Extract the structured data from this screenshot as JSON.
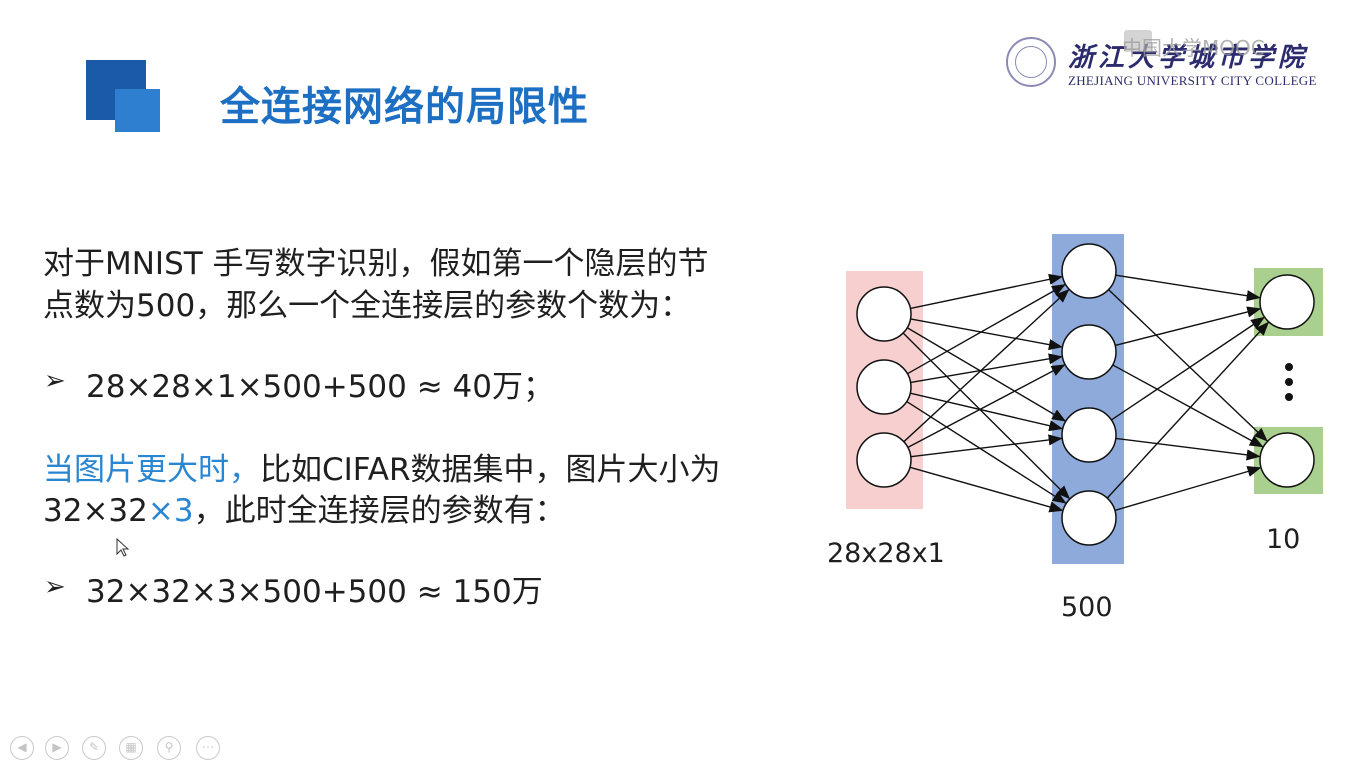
{
  "header": {
    "title": "全连接网络的局限性"
  },
  "logo": {
    "name_cn": "浙江大学城市学院",
    "name_en": "ZHEJIANG UNIVERSITY CITY COLLEGE",
    "watermark": "中国大学MOOC"
  },
  "body": {
    "para1_line1": "对于MNIST 手写数字识别，假如第一个隐层的节",
    "para1_line2": "点数为500，那么一个全连接层的参数个数为：",
    "bullet1": "28×28×1×500+500 ≈ 40万；",
    "para2_line1_highlight": "当图片更大时，",
    "para2_line1_rest": "比如CIFAR数据集中，图片大小为",
    "para2_line2_start": "32×32",
    "para2_line2_highlight": "×3",
    "para2_line2_rest": "，此时全连接层的参数有：",
    "bullet2": "32×32×3×500+500 ≈ 150万",
    "bullet_symbol": "➢"
  },
  "diagram": {
    "input_label": "28x28x1",
    "hidden_label": "500",
    "output_label": "10",
    "input_color": "#f8cfcf",
    "hidden_color": "#8eaadb",
    "output_color": "#a9d08e"
  },
  "toolbar": {
    "buttons": [
      "previous",
      "next",
      "pen",
      "slides",
      "zoom",
      "more"
    ]
  }
}
